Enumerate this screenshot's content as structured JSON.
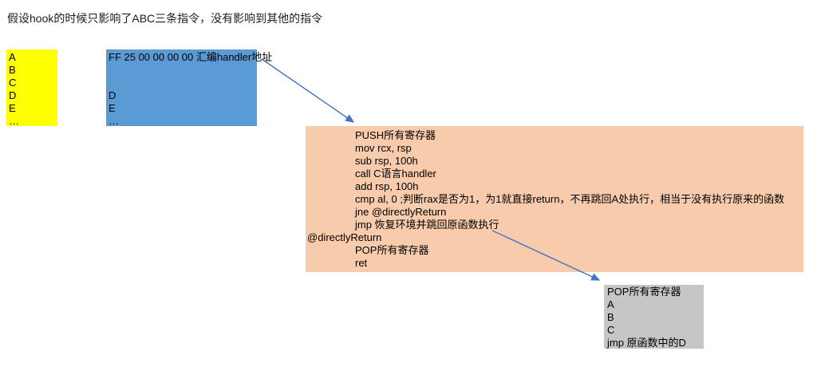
{
  "title": "假设hook的时候只影响了ABC三条指令，没有影响到其他的指令",
  "colors": {
    "yellow_box": "#FFFF00",
    "blue_box": "#5B9BD5",
    "orange_box": "#F8CBAD",
    "gray_box": "#C6C6C6",
    "arrow": "#4472C4"
  },
  "original_code_box": {
    "lines": [
      "A",
      "B",
      "C",
      "D",
      "E",
      "…"
    ]
  },
  "hooked_code_box": {
    "lines": [
      "FF 25 00 00 00 00 汇编handler地址",
      "",
      "",
      "D",
      "E",
      "…"
    ]
  },
  "handler_box": {
    "lines": [
      "PUSH所有寄存器",
      "mov rcx, rsp",
      "sub rsp, 100h",
      "call C语言handler",
      "add rsp, 100h",
      "cmp al, 0 ;判断rax是否为1，为1就直接return，不再跳回A处执行，相当于没有执行原来的函数",
      "jne @directlyReturn",
      "jmp 恢复环境并跳回原函数执行",
      "@directlyReturn",
      "POP所有寄存器",
      "ret"
    ]
  },
  "trampoline_box": {
    "lines": [
      "POP所有寄存器",
      "A",
      "B",
      "C",
      "jmp 原函数中的D"
    ]
  }
}
